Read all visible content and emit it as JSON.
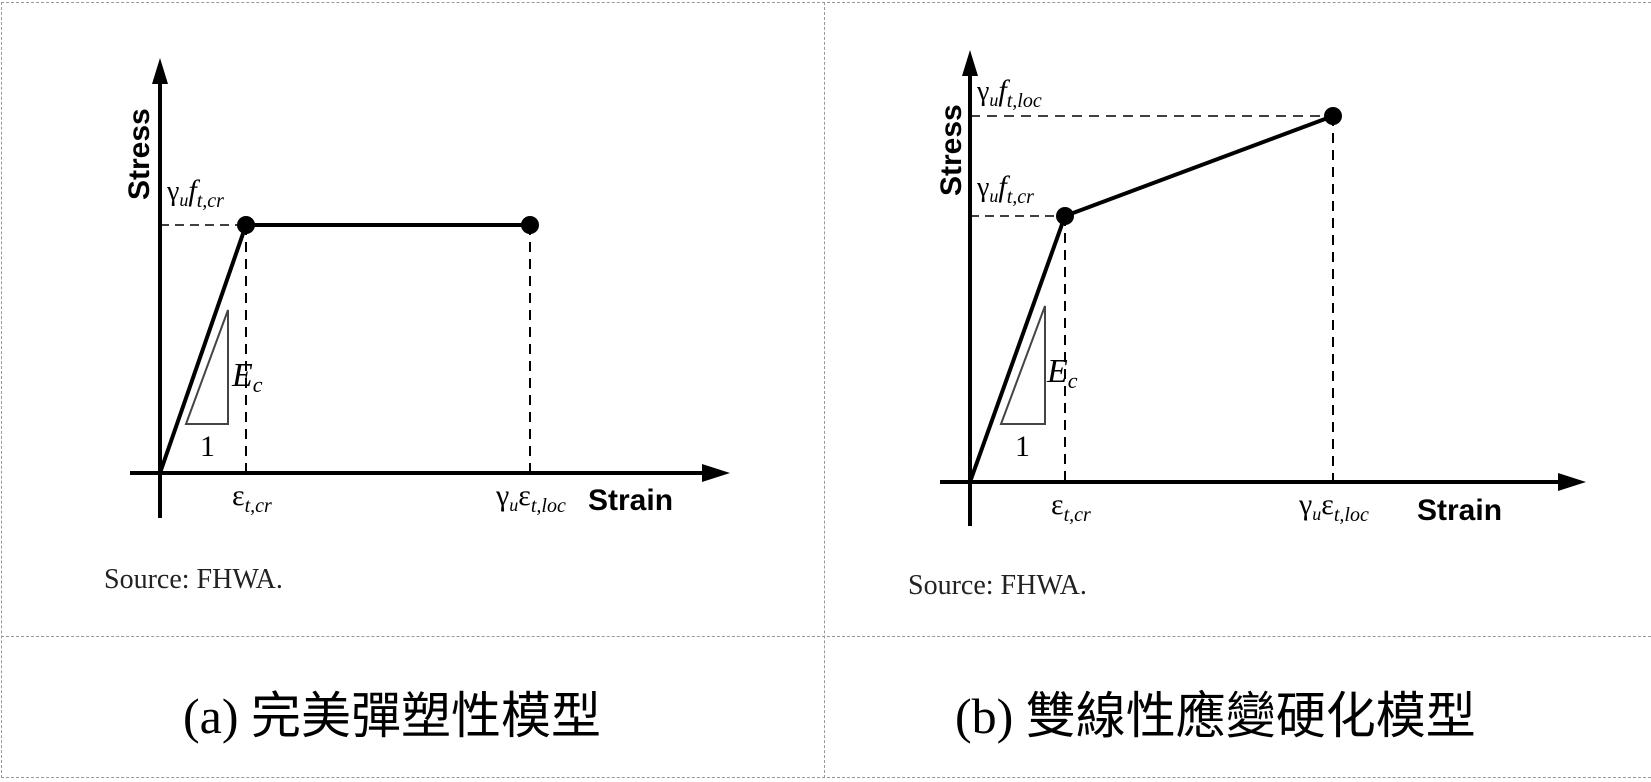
{
  "figures": [
    {
      "id": "a",
      "model": "elastic-perfectly-plastic",
      "y_axis_label": "Stress",
      "x_axis_label": "Strain",
      "stress_labels": [
        {
          "base": "γ",
          "sub1": "u",
          "f": "f",
          "sub2": "t,cr"
        }
      ],
      "strain_labels": [
        {
          "prefix": "",
          "sym": "ε",
          "sub": "t,cr"
        },
        {
          "prefix": "γ",
          "prefix_sub": "u",
          "sym": "ε",
          "sub": "t,loc"
        }
      ],
      "slope_label": {
        "sym": "E",
        "sub": "c"
      },
      "slope_run": "1",
      "points": [
        {
          "strain": 0,
          "stress": 0
        },
        {
          "strain": "ε_t,cr",
          "stress": "γ_u f_t,cr"
        },
        {
          "strain": "γ_u ε_t,loc",
          "stress": "γ_u f_t,cr"
        }
      ],
      "source": "Source: FHWA.",
      "caption": "(a) 完美彈塑性模型"
    },
    {
      "id": "b",
      "model": "bilinear strain-hardening",
      "y_axis_label": "Stress",
      "x_axis_label": "Strain",
      "stress_labels": [
        {
          "base": "γ",
          "sub1": "u",
          "f": "f",
          "sub2": "t,loc"
        },
        {
          "base": "γ",
          "sub1": "u",
          "f": "f",
          "sub2": "t,cr"
        }
      ],
      "strain_labels": [
        {
          "prefix": "",
          "sym": "ε",
          "sub": "t,cr"
        },
        {
          "prefix": "γ",
          "prefix_sub": "u",
          "sym": "ε",
          "sub": "t,loc"
        }
      ],
      "slope_label": {
        "sym": "E",
        "sub": "c"
      },
      "slope_run": "1",
      "points": [
        {
          "strain": 0,
          "stress": 0
        },
        {
          "strain": "ε_t,cr",
          "stress": "γ_u f_t,cr"
        },
        {
          "strain": "γ_u ε_t,loc",
          "stress": "γ_u f_t,loc"
        }
      ],
      "source": "Source: FHWA.",
      "caption": "(b) 雙線性應變硬化模型"
    }
  ]
}
